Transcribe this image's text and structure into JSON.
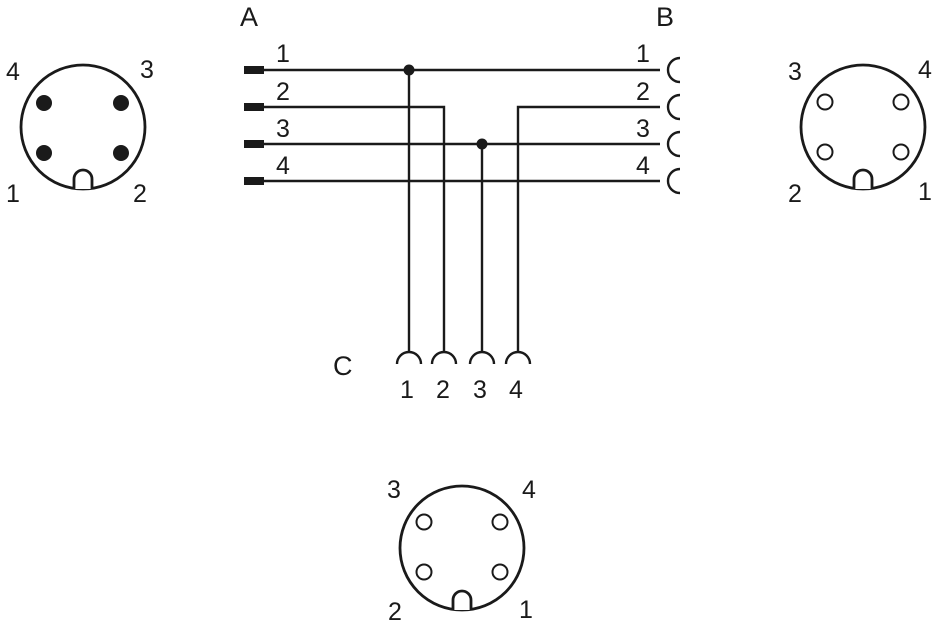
{
  "labels": {
    "end_a": "A",
    "end_b": "B",
    "end_c": "C"
  },
  "end_a_pins": [
    "1",
    "2",
    "3",
    "4"
  ],
  "end_b_pins": [
    "1",
    "2",
    "3",
    "4"
  ],
  "end_c_pins": [
    "1",
    "2",
    "3",
    "4"
  ],
  "face_a_pins": {
    "tl": "4",
    "tr": "3",
    "bl": "1",
    "br": "2"
  },
  "face_b_pins": {
    "tl": "3",
    "tr": "4",
    "bl": "2",
    "br": "1"
  },
  "face_c_pins": {
    "tl": "3",
    "tr": "4",
    "bl": "2",
    "br": "1"
  },
  "colors": {
    "line": "#1a1a1a",
    "background": "#ffffff"
  }
}
